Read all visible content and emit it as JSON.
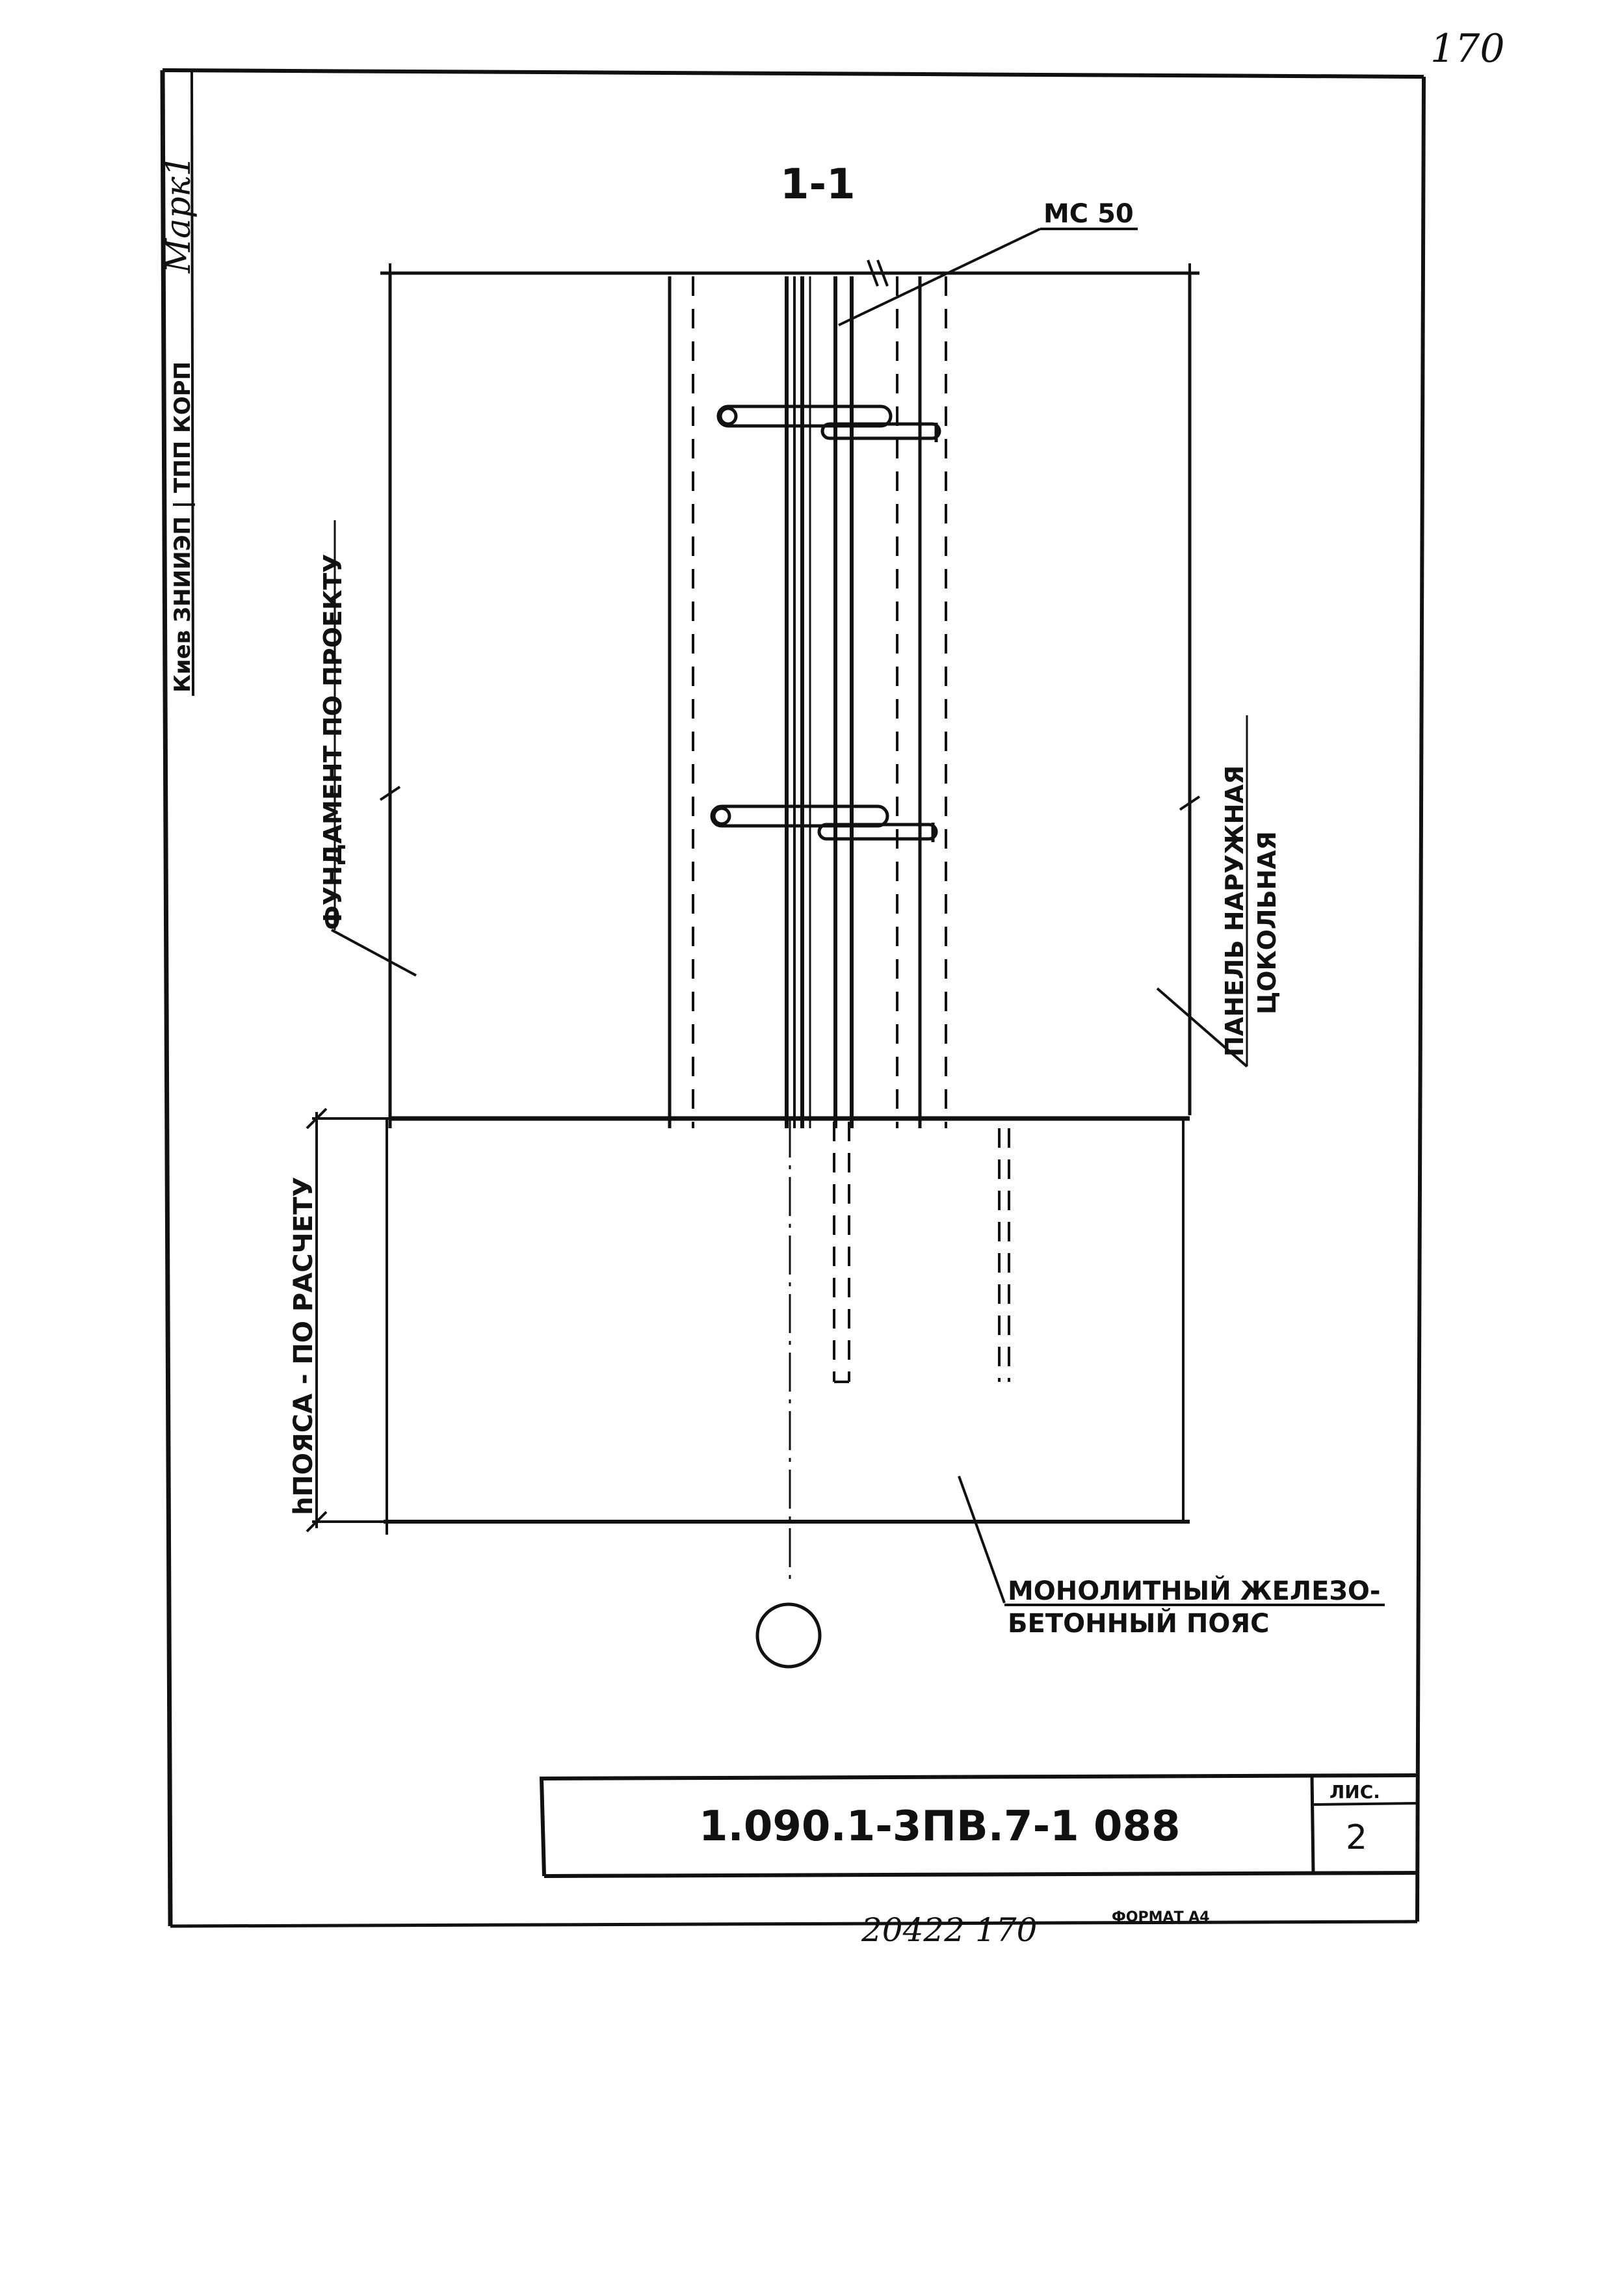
{
  "page": {
    "corner_number": "170",
    "side_stamp": "Киев ЗНИИЭП | ТПП КОРП",
    "side_signature": "Марк1"
  },
  "drawing": {
    "section_title": "1-1",
    "labels": {
      "mc50": "МС 50",
      "foundation": "ФУНДАМЕНТ ПО ПРОЕКТУ",
      "panel_line1": "ПАНЕЛЬ НАРУЖНАЯ",
      "panel_line2": "ЦОКОЛЬНАЯ",
      "belt_height": "hПОЯСА - ПО РАСЧЕТУ",
      "monolith_line1": "МОНОЛИТНЫЙ ЖЕЛЕЗО-",
      "monolith_line2": "БЕТОННЫЙ ПОЯС"
    }
  },
  "title_block": {
    "doc_code": "1.090.1-3ПВ.7-1   088",
    "sheet_label": "ЛИС.",
    "sheet_number": "2"
  },
  "footer": {
    "inventory": "20422   170",
    "format": "ФОРМАТ А4"
  }
}
